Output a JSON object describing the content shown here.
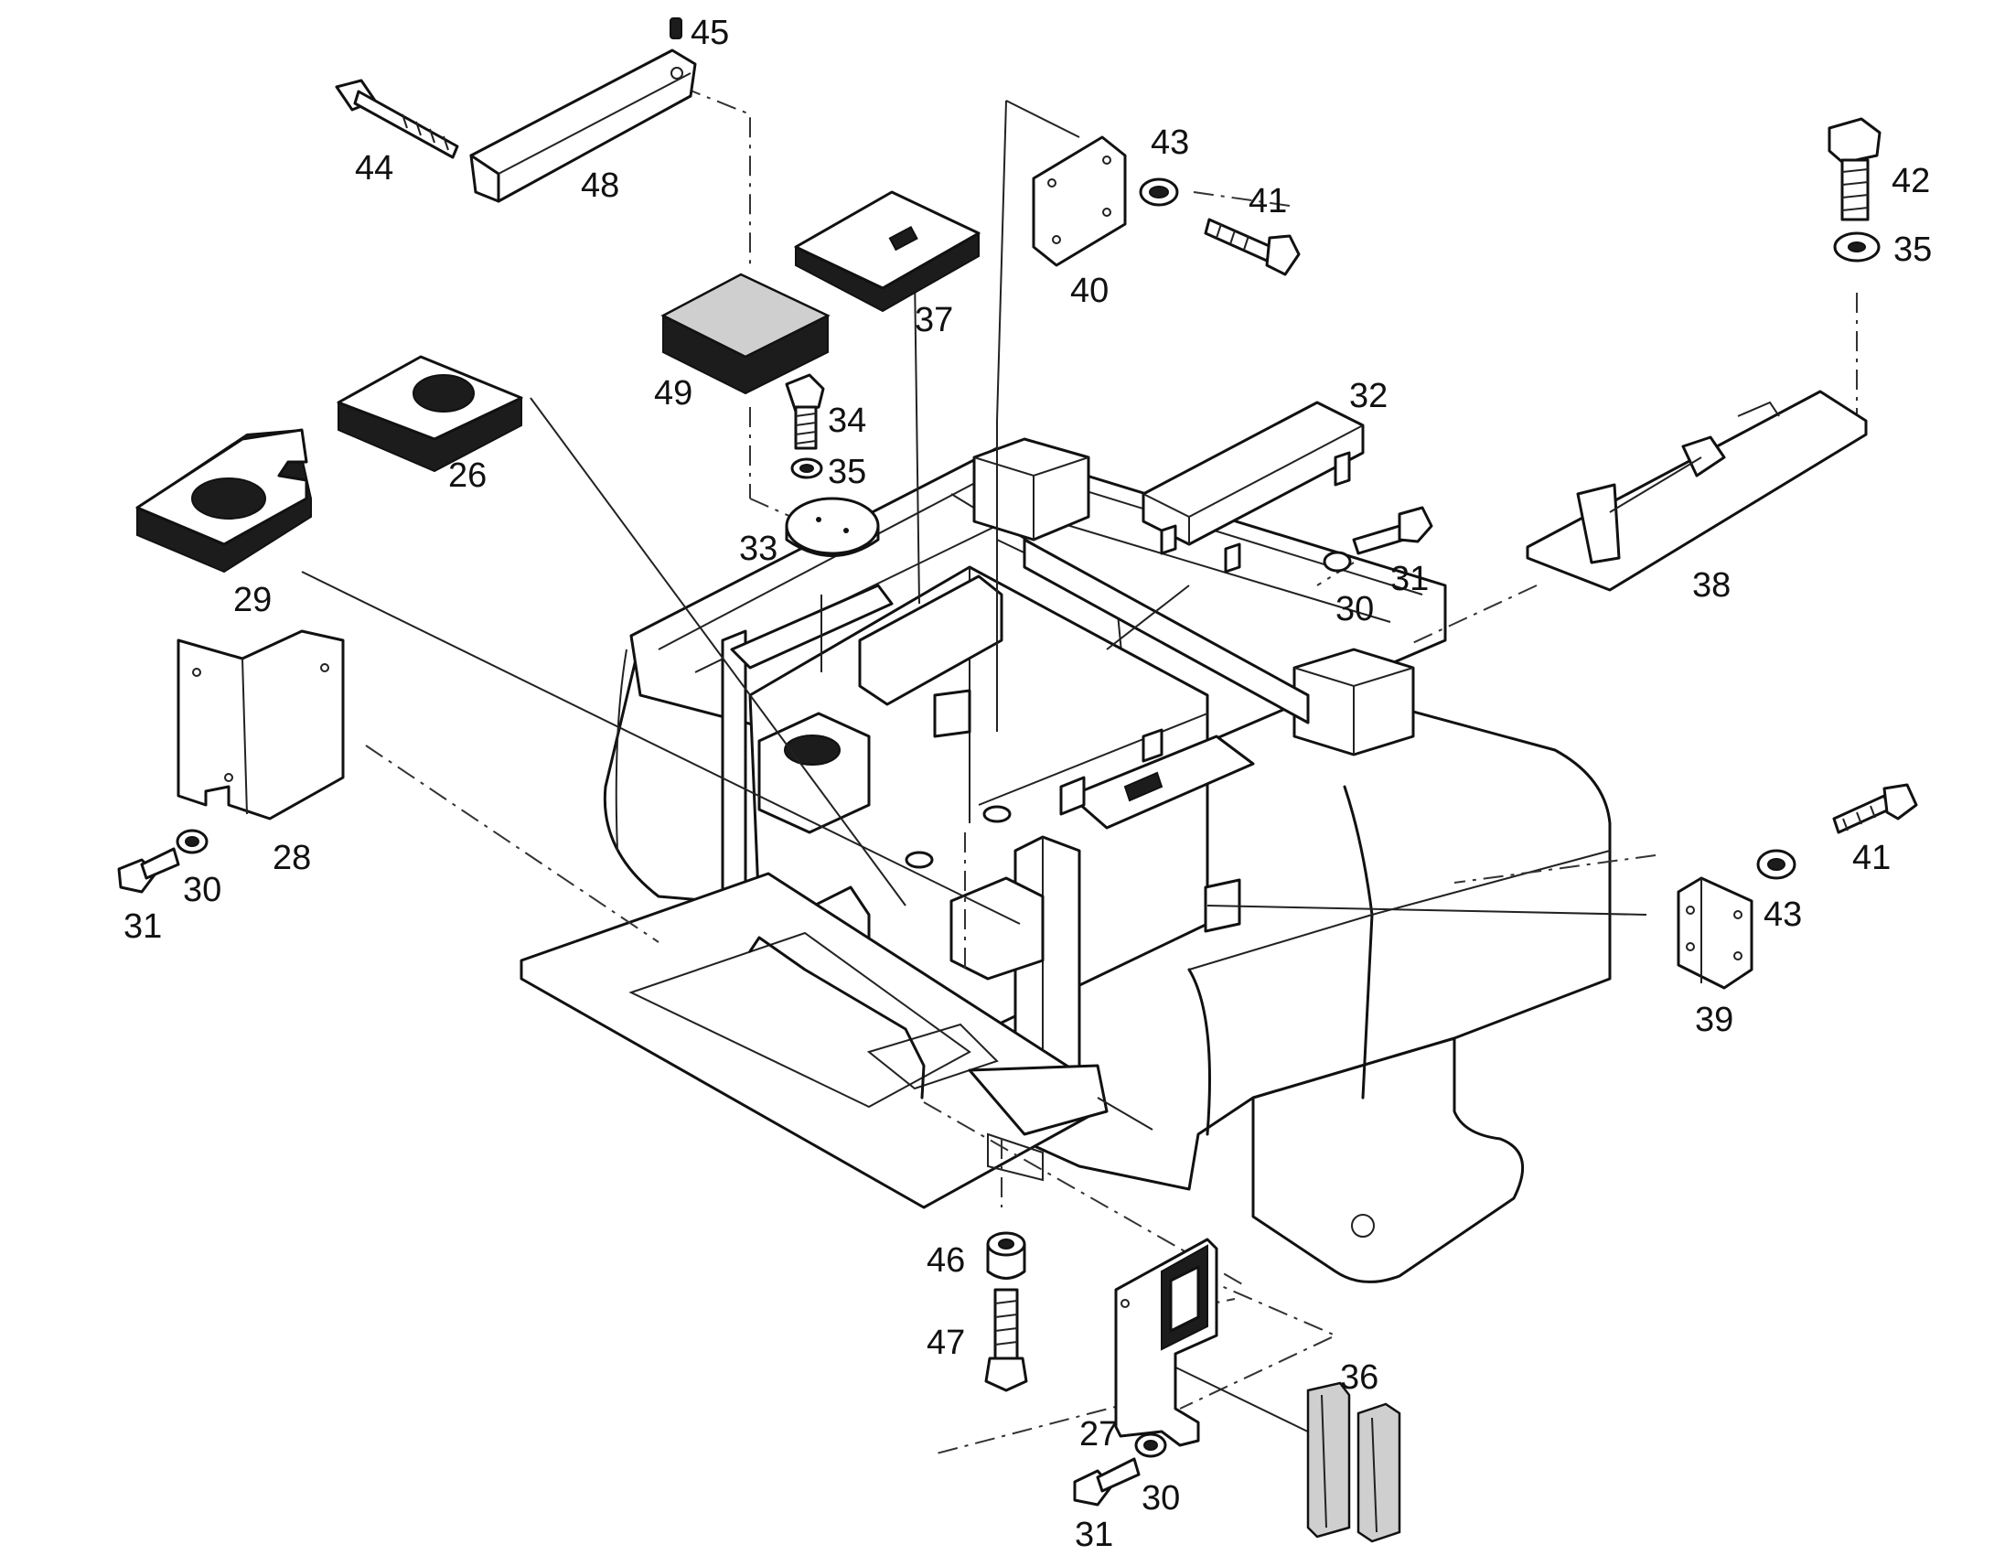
{
  "callouts": {
    "p26": "26",
    "p27": "27",
    "p28": "28",
    "p29": "29",
    "p30a": "30",
    "p30b": "30",
    "p30c": "30",
    "p31a": "31",
    "p31b": "31",
    "p31c": "31",
    "p32": "32",
    "p33": "33",
    "p34": "34",
    "p35a": "35",
    "p35b": "35",
    "p36": "36",
    "p37": "37",
    "p38": "38",
    "p39": "39",
    "p40": "40",
    "p41a": "41",
    "p41b": "41",
    "p42": "42",
    "p43a": "43",
    "p43b": "43",
    "p44": "44",
    "p45": "45",
    "p46": "46",
    "p47": "47",
    "p48": "48",
    "p49": "49"
  }
}
